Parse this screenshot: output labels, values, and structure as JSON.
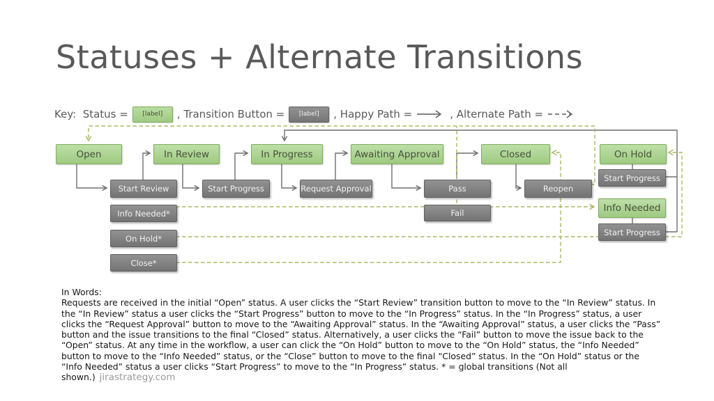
{
  "slide": {
    "title": "Statuses + Alternate Transitions",
    "watermark": "jirastrategy.com"
  },
  "key": {
    "label_status": "Key:  Status =",
    "status_badge": "[label]",
    "label_transition": ", Transition Button =",
    "button_badge": "[label]",
    "label_happy": ", Happy Path =",
    "label_alternate": ", Alternate Path ="
  },
  "statuses": {
    "open": "Open",
    "in_review": "In Review",
    "in_progress": "In Progress",
    "awaiting_approval": "Awaiting Approval",
    "closed": "Closed",
    "on_hold": "On Hold",
    "info_needed": "Info Needed"
  },
  "transitions": {
    "start_review": "Start Review",
    "start_progress": "Start Progress",
    "request_approval": "Request Approval",
    "pass": "Pass",
    "fail": "Fail",
    "reopen": "Reopen",
    "info_needed_global": "Info Needed*",
    "on_hold_global": "On Hold*",
    "close_global": "Close*"
  },
  "diagram": {
    "happy_path": [
      "Open",
      "Start Review",
      "In Review",
      "Start Progress",
      "In Progress",
      "Request Approval",
      "Awaiting Approval",
      "Pass",
      "Closed",
      "Reopen"
    ],
    "alternate_paths": [
      "Fail -> Open",
      "Reopen -> Open",
      "Info Needed* -> Info Needed",
      "On Hold* -> On Hold",
      "Close* -> Closed",
      "On Hold / Info Needed -> Start Progress -> In Progress"
    ]
  },
  "in_words": {
    "heading": "In Words:",
    "body": "Requests are received in the initial “Open” status.  A user clicks the “Start Review” transition button to move to the “In Review” status.  In the “In Review” status a user clicks the “Start Progress” button to move to the “In Progress” status.  In the “In Progress” status, a user clicks the “Request Approval” button to move to the “Awaiting Approval” status.  In the “Awaiting Approval” status, a user clicks the “Pass” button and the issue transitions to the final “Closed” status.  Alternatively, a user clicks the “Fail” button to move the issue back to the “Open” status.  At any time in the workflow, a user can click the “On Hold” button to move to the “On Hold” status, the “Info Needed” button to move to the “Info Needed” status, or the “Close” button to move to the final “Closed” status.  In the “On Hold” status or the “Info Needed” status a user clicks “Start Progress” to move to the “In Progress” status.  * = global transitions (Not all shown.)"
  },
  "colors": {
    "status_fill": "#a9d08e",
    "status_border": "#7ead5a",
    "button_fill": "#808080",
    "button_text": "#f1f1f1",
    "happy_path_line": "#6e6e6e",
    "alternate_path_line": "#a7ba5f",
    "title_text": "#595959"
  }
}
